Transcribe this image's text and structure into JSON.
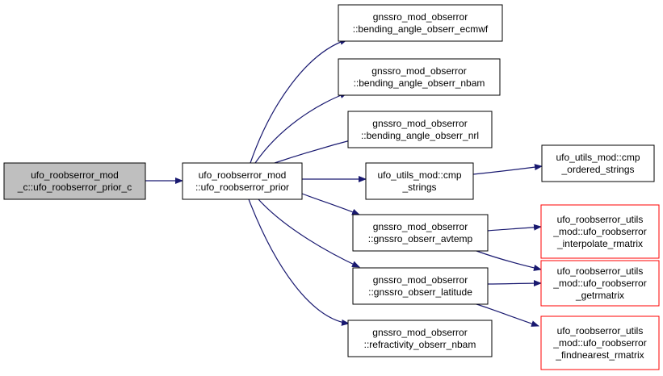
{
  "colors": {
    "edge": "#191970",
    "border_default": "#000000",
    "border_truncated": "#ff0000",
    "fill_root": "#bfbfbf",
    "fill_default": "#ffffff"
  },
  "nodes": [
    {
      "id": "n0",
      "lines": [
        "ufo_roobserror_mod",
        "_c::ufo_roobserror_prior_c"
      ],
      "root": true
    },
    {
      "id": "n1",
      "lines": [
        "ufo_roobserror_mod",
        "::ufo_roobserror_prior"
      ]
    },
    {
      "id": "n2",
      "lines": [
        "gnssro_mod_obserror",
        "::bending_angle_obserr_ecmwf"
      ]
    },
    {
      "id": "n3",
      "lines": [
        "gnssro_mod_obserror",
        "::bending_angle_obserr_nbam"
      ]
    },
    {
      "id": "n4",
      "lines": [
        "gnssro_mod_obserror",
        "::bending_angle_obserr_nrl"
      ]
    },
    {
      "id": "n5",
      "lines": [
        "ufo_utils_mod::cmp",
        "_strings"
      ]
    },
    {
      "id": "n6",
      "lines": [
        "gnssro_mod_obserror",
        "::gnssro_obserr_avtemp"
      ]
    },
    {
      "id": "n7",
      "lines": [
        "gnssro_mod_obserror",
        "::gnssro_obserr_latitude"
      ]
    },
    {
      "id": "n8",
      "lines": [
        "gnssro_mod_obserror",
        "::refractivity_obserr_nbam"
      ]
    },
    {
      "id": "n9",
      "lines": [
        "ufo_utils_mod::cmp",
        "_ordered_strings"
      ]
    },
    {
      "id": "n10",
      "lines": [
        "ufo_roobserror_utils",
        "_mod::ufo_roobserror",
        "_interpolate_rmatrix"
      ],
      "truncated": true
    },
    {
      "id": "n11",
      "lines": [
        "ufo_roobserror_utils",
        "_mod::ufo_roobserror",
        "_getrmatrix"
      ],
      "truncated": true
    },
    {
      "id": "n12",
      "lines": [
        "ufo_roobserror_utils",
        "_mod::ufo_roobserror",
        "_findnearest_rmatrix"
      ],
      "truncated": true
    }
  ],
  "edges": [
    [
      "n0",
      "n1"
    ],
    [
      "n1",
      "n2"
    ],
    [
      "n1",
      "n3"
    ],
    [
      "n1",
      "n4"
    ],
    [
      "n1",
      "n5"
    ],
    [
      "n1",
      "n6"
    ],
    [
      "n1",
      "n7"
    ],
    [
      "n1",
      "n8"
    ],
    [
      "n5",
      "n9"
    ],
    [
      "n6",
      "n10"
    ],
    [
      "n6",
      "n11"
    ],
    [
      "n7",
      "n11"
    ],
    [
      "n7",
      "n12"
    ]
  ]
}
